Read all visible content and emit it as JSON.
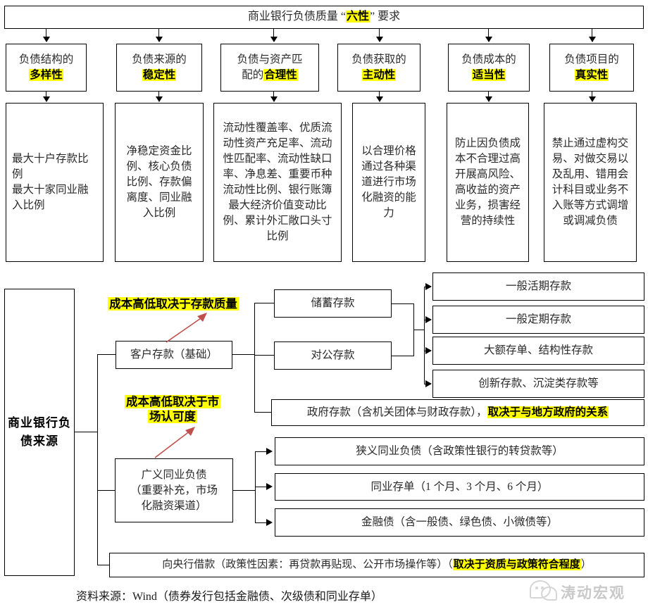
{
  "title_box": {
    "prefix": "商业银行负债质量 “",
    "highlight": "六性",
    "suffix": "” 要求"
  },
  "six_requirements": [
    {
      "line1": "负债结构的",
      "highlight": "多样性"
    },
    {
      "line1": "负债来源的",
      "highlight": "稳定性"
    },
    {
      "line1": "负债与资产匹",
      "line2pre": "配的",
      "highlight": "合理性"
    },
    {
      "line1": "负债获取的",
      "highlight": "主动性"
    },
    {
      "line1": "负债成本的",
      "highlight": "适当性"
    },
    {
      "line1": "负债项目的",
      "highlight": "真实性"
    }
  ],
  "detail_boxes": [
    {
      "text": "最大十户存款比例\n最大十家同业融入比例"
    },
    {
      "text": "净稳定资金比例、核心负债比例、存款偏离度、同业融入比例"
    },
    {
      "text": "流动性覆盖率、优质流动性资产充足率、流动性匹配率、流动性缺口率、净息差、重要币种流动性比例、银行账簿最大经济价值变动比例、累计外汇敞口头寸比例"
    },
    {
      "text": "以合理价格通过各种渠道进行市场化融资的能力"
    },
    {
      "text": "防止因负债成本不合理过高开展高风险、高收益的资产业务，损害经营的持续性"
    },
    {
      "text": "禁止通过虚构交易、对做交易以及乱用、错用会计科目或业务不入账等方式调增或调减负债"
    }
  ],
  "lower": {
    "root_label": "商业银行负债来源",
    "callout_deposit": "成本高低取决于存款质量",
    "callout_interbank_line1": "成本高低取决于市",
    "callout_interbank_line2": "场认可度",
    "customer_deposit": "客户存款（基础）",
    "broad_interbank_line1": "广义同业负债",
    "broad_interbank_line2": "（重要补充，市场",
    "broad_interbank_line3": "化融资渠道）",
    "savings_deposit": "储蓄存款",
    "corporate_deposit": "对公存款",
    "deposit_types": [
      "一般活期存款",
      "一般定期存款",
      "大额存单、结构性存款",
      "创新存款、沉淀类存款等"
    ],
    "government_deposit": {
      "plain": "政府存款（含机关团体与财政存款），",
      "highlight": "取决于与地方政府的关系"
    },
    "interbank_items": [
      "狭义同业负债（含政策性银行的转贷款等）",
      "同业存单（1 个月、3 个月、6 个月）",
      "金融债（含一般债、绿色债、小微债等）"
    ],
    "central_bank": {
      "plain": "向央行借款（政策性因素：再贷款再贴现、公开市场操作等）（",
      "highlight": "取决于资质与政策符合程度",
      "tail": "）"
    }
  },
  "footer": {
    "source": "资料来源：Wind（债券发行包括金融债、次级债和同业存单）"
  },
  "watermark": {
    "text": "涛动宏观"
  },
  "colors": {
    "highlight": "#ffff00",
    "arrow_red": "#c0504d",
    "line": "#000000",
    "text": "#2a2a2a"
  }
}
